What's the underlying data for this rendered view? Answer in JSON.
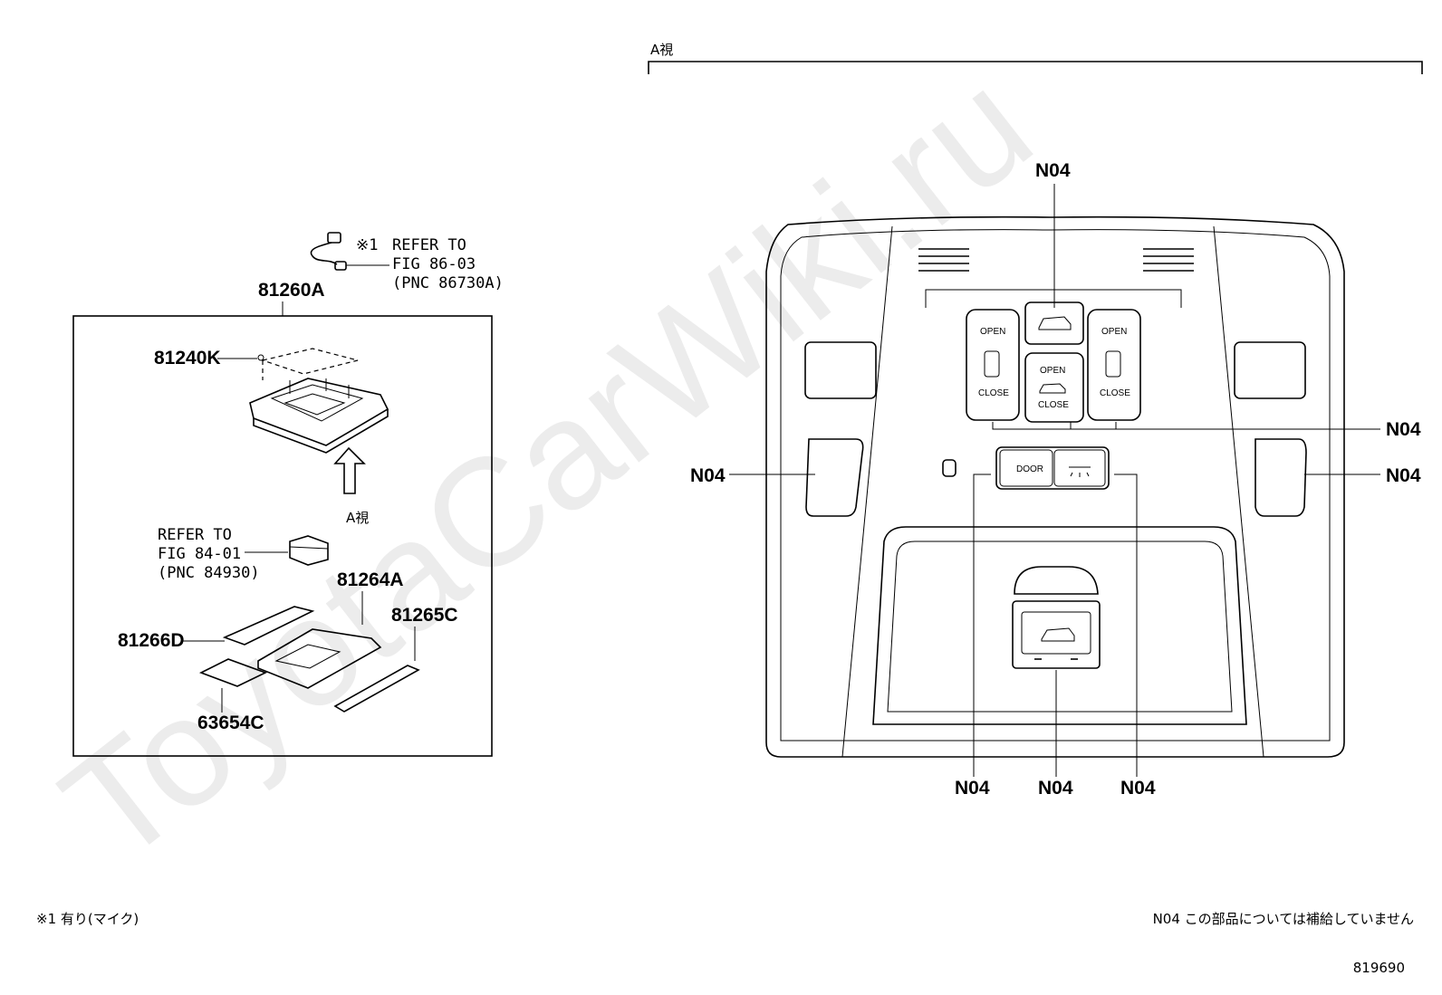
{
  "watermark": "ToyotaCarWiki.ru",
  "left_assembly": {
    "main_part": "81260A",
    "parts": [
      "81240K",
      "81264A",
      "81266D",
      "81265C",
      "63654C"
    ],
    "view_label": "A視",
    "refer_1": {
      "mark": "※1",
      "line1": "REFER TO",
      "line2": "FIG 86-03",
      "line3": "(PNC 86730A)"
    },
    "refer_2": {
      "line1": "REFER TO",
      "line2": "FIG 84-01",
      "line3": "(PNC 84930)"
    }
  },
  "right_view": {
    "title": "A視",
    "callouts": [
      "N04",
      "N04",
      "N04",
      "N04",
      "N04",
      "N04",
      "N04"
    ],
    "buttons": {
      "open": "OPEN",
      "close": "CLOSE",
      "door": "DOOR"
    }
  },
  "footer": {
    "note_left": "※1 有り(マイク)",
    "note_right": "N04 この部品については補給していません",
    "figure_number": "819690"
  }
}
